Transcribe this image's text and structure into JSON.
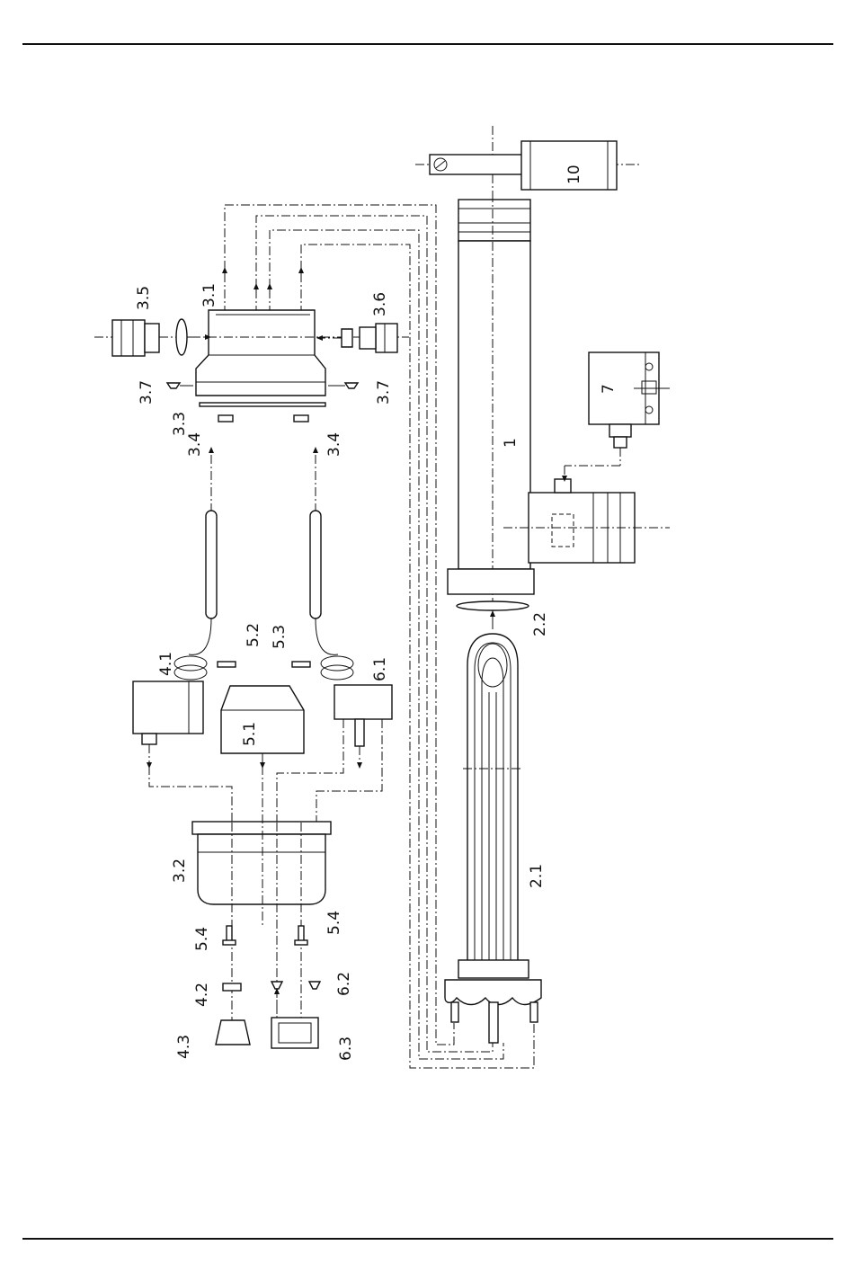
{
  "labels": {
    "p10": "10",
    "p1": "1",
    "p7": "7",
    "p2_1": "2.1",
    "p2_2": "2.2",
    "p3_1": "3.1",
    "p3_2": "3.2",
    "p3_3": "3.3",
    "p3_4a": "3.4",
    "p3_4b": "3.4",
    "p3_5": "3.5",
    "p3_6": "3.6",
    "p3_7a": "3.7",
    "p3_7b": "3.7",
    "p4_1": "4.1",
    "p4_2": "4.2",
    "p4_3": "4.3",
    "p5_1": "5.1",
    "p5_2": "5.2",
    "p5_3": "5.3",
    "p5_4a": "5.4",
    "p5_4b": "5.4",
    "p6_1": "6.1",
    "p6_2": "6.2",
    "p6_3": "6.3"
  }
}
